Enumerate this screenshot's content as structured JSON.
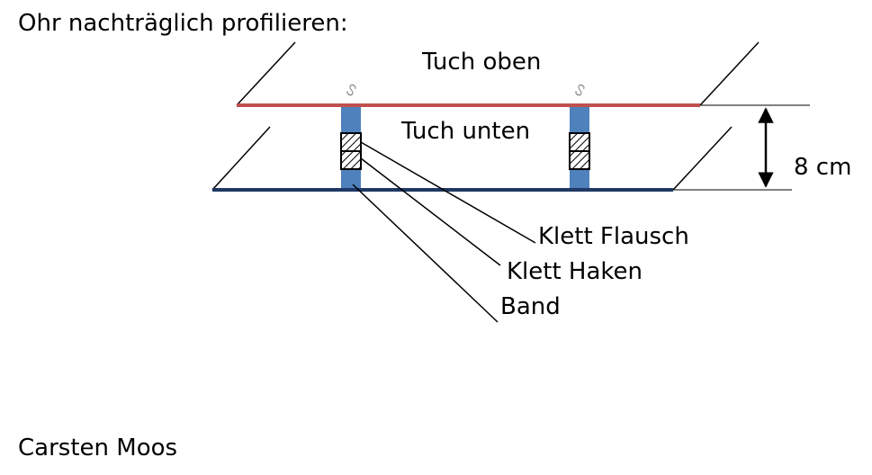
{
  "heading": "Ohr nachträglich profilieren:",
  "author": "Carsten Moos",
  "diagram": {
    "top_cloth_label": "Tuch oben",
    "bottom_cloth_label": "Tuch unten",
    "dimension_label": "8 cm",
    "callouts": {
      "loop": "Klett Flausch",
      "hook": "Klett Haken",
      "tape": "Band"
    }
  },
  "colors": {
    "top_cloth": "#c0504d",
    "bottom_cloth": "#1f3864",
    "tape": "#4f81bd",
    "lines": "#000000"
  }
}
